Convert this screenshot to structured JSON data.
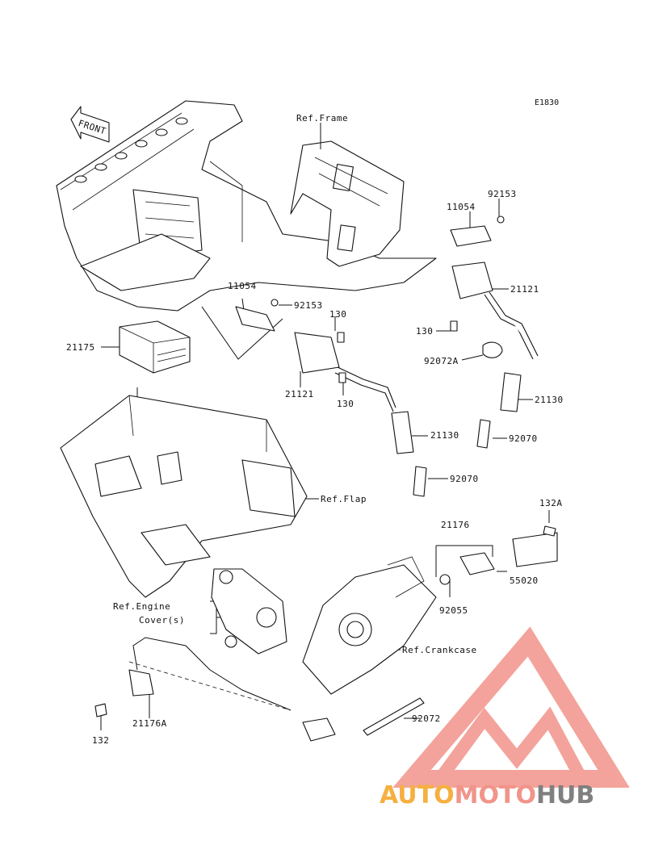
{
  "diagram": {
    "code": "E1830",
    "front_label": "FRONT",
    "labels": {
      "ref_frame": "Ref.Frame",
      "p11054_right": "11054",
      "p92153_right": "92153",
      "p21121_right": "21121",
      "p130_right": "130",
      "p92072a": "92072A",
      "p21130_right": "21130",
      "p92070_right": "92070",
      "p11054_left": "11054",
      "p92153_left": "92153",
      "p130_left_top": "130",
      "p21175": "21175",
      "p21121_left": "21121",
      "p130_left_bottom": "130",
      "p21130_left": "21130",
      "p92070_left": "92070",
      "ref_flap": "Ref.Flap",
      "p132a": "132A",
      "p21176": "21176",
      "p55020": "55020",
      "p92055": "92055",
      "ref_engine_cover_1": "Ref.Engine",
      "ref_engine_cover_2": "Cover(s)",
      "ref_crankcase": "Ref.Crankcase",
      "p92072": "92072",
      "p132": "132",
      "p21176a": "21176A"
    }
  },
  "watermark": {
    "part1": "AUTO",
    "part2": "MOTO",
    "part3": "HUB",
    "color1": "#f5b041",
    "color2": "#f1948a",
    "color3": "#808080",
    "logo_color": "#f1948a"
  }
}
